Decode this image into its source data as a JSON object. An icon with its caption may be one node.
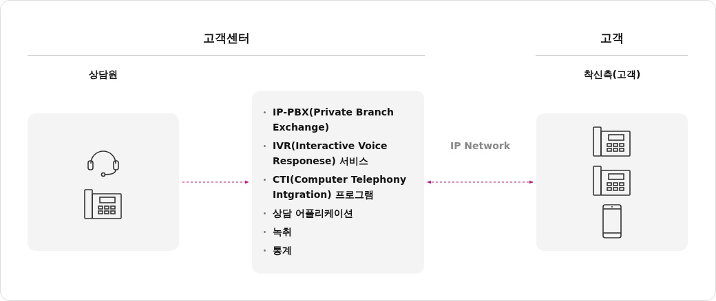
{
  "diagram": {
    "nodes": [
      {
        "text": [
          "상담원"
        ]
      },
      {
        "text": [
          "IP-PBX(Private Branch Exchange)",
          "IVR(Interactive Voice Responese) 서비스",
          "CTI(Computer Telephony Intgration) 프로그램",
          "상담 어플리케이션",
          "녹취",
          "통계"
        ]
      },
      {
        "text": [
          "착신측(고객)"
        ]
      }
    ],
    "edges": [
      {
        "from": 0,
        "to": 1,
        "arrow": "to",
        "style": "dashed"
      },
      {
        "from": 1,
        "to": 2,
        "arrow": "both",
        "style": "dashed",
        "label": "IP Network"
      }
    ],
    "labels": [
      "고객센터",
      "고객"
    ]
  }
}
